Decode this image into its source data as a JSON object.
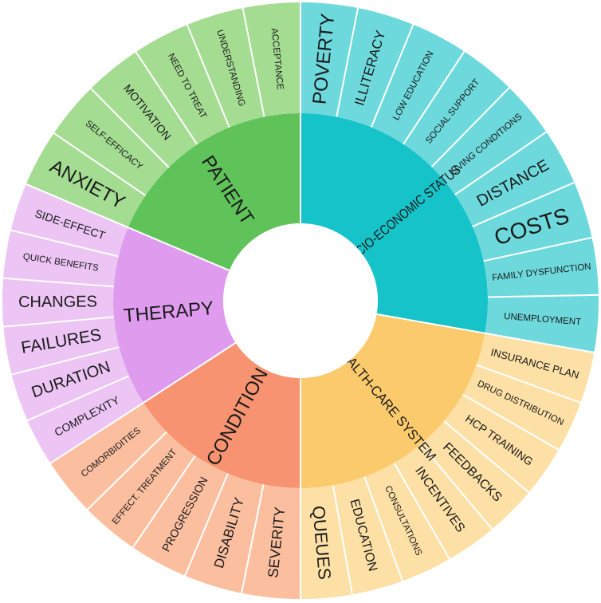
{
  "diagram": {
    "center_fill": "#ffffff",
    "sectors": [
      {
        "id": "patient",
        "label": "PATIENT",
        "inner_color": "#5fc35a",
        "outer_color": "#a4dc92",
        "start": -67,
        "end": 0,
        "items": [
          "ANXIETY",
          "SELF-EFFICACY",
          "MOTIVATION",
          "NEED TO TREAT",
          "UNDERSTANDING",
          "ACCEPTANCE"
        ]
      },
      {
        "id": "socio-economic",
        "label": "SOCIO-ECONOMIC STATUS",
        "inner_color": "#16c3c9",
        "outer_color": "#6dd9dc",
        "start": 0,
        "end": 100,
        "items": [
          "POVERTY",
          "ILLITERACY",
          "LOW EDUCATION",
          "SOCIAL SUPPORT",
          "LIVING CONDITIONS",
          "DISTANCE",
          "COSTS",
          "FAMILY DYSFUNCTION",
          "UNEMPLOYMENT"
        ]
      },
      {
        "id": "health-care",
        "label": "HEALTH-CARE SYSTEM",
        "inner_color": "#fbca6c",
        "outer_color": "#fde0a6",
        "start": 100,
        "end": 180,
        "items": [
          "INSURANCE PLAN",
          "DRUG DISTRIBUTION",
          "HCP TRAINING",
          "FEEDBACKS",
          "INCENTIVES",
          "CONSULTATIONS",
          "EDUCATION",
          "QUEUES"
        ]
      },
      {
        "id": "condition",
        "label": "CONDITION",
        "inner_color": "#f79370",
        "outer_color": "#fbbf9f",
        "start": 180,
        "end": 237,
        "items": [
          "SEVERITY",
          "DISABILITY",
          "PROGRESSION",
          "EFFECT. TREATMENT",
          "COMORBIDITIES"
        ]
      },
      {
        "id": "therapy",
        "label": "THERAPY",
        "inner_color": "#df9cef",
        "outer_color": "#ecc5f5",
        "start": 237,
        "end": 293,
        "items": [
          "COMPLEXITY",
          "DURATION",
          "FAILURES",
          "CHANGES",
          "QUICK BENEFITS",
          "SIDE-EFFECT"
        ]
      }
    ]
  }
}
